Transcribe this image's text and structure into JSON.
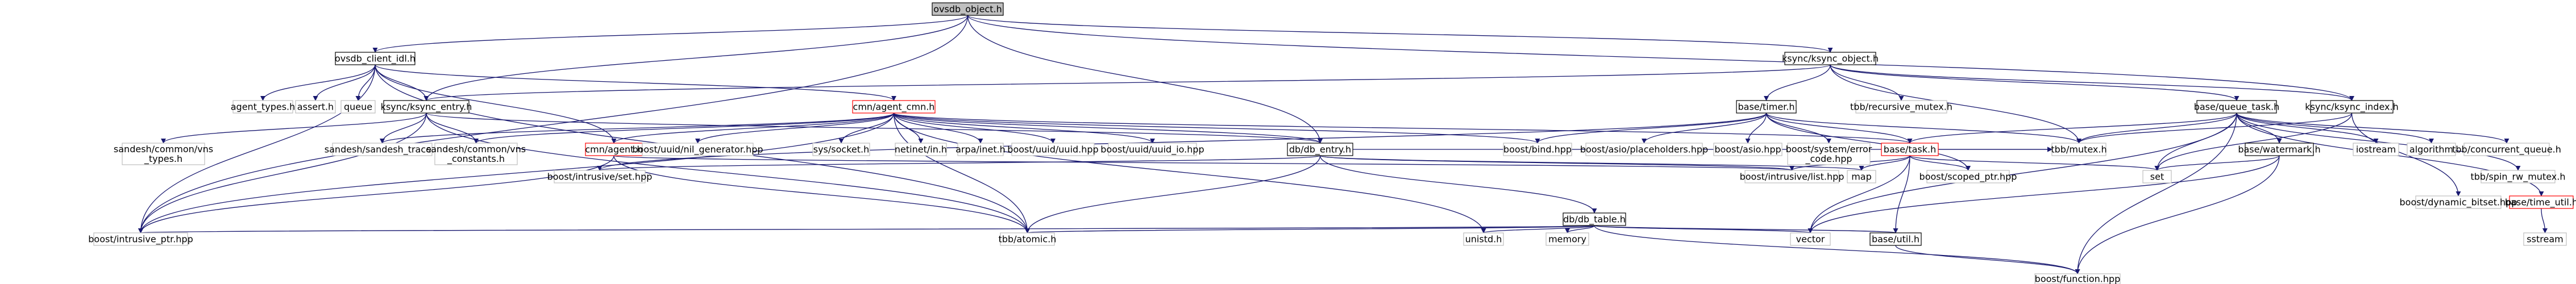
{
  "nodes": {
    "root": "ovsdb_object.h",
    "ovsdb_client_idl": "ovsdb_client_idl.h",
    "kaync_object": "ksync/ksync_object.h",
    "agent_types": "agent_types.h",
    "assert": "assert.h",
    "queue": "queue",
    "ksync_entry": "ksync/ksync_entry.h",
    "cmn_init": "cmn/agent_cmn.h",
    "base_timer": "base/timer.h",
    "tbb_recursive_mutex": "tbb/recursive_mutex.h",
    "base_queue_task": "base/queue_task.h",
    "ksync_index": "ksync/ksync_index.h",
    "sandesh_vns_types": "sandesh/common/vns\n_types.h",
    "sandesh_trace": "sandesh/sandesh_trace.h",
    "vns_constants": "sandesh/common/vns\n_constants.h",
    "cmn_agent": "cmn/agent.h",
    "uuid_gen": "boost/uuid/nil_generator.hpp",
    "sys_socket": "sys/socket.h",
    "netinet_in": "netinet/in.h",
    "arpa_inet": "arpa/inet.h",
    "uuid_hpp": "boost/uuid/uuid.hpp",
    "uuid_io": "boost/uuid/uuid_io.hpp",
    "db_entry": "db/db_entry.h",
    "boost_bind": "boost/bind.hpp",
    "asio_placeholders": "boost/asio/placeholders.hpp",
    "boost_asio": "boost/asio.hpp",
    "system_error": "boost/system/error\n_code.hpp",
    "base_task": "base/task.h",
    "tbb_mutex": "tbb/mutex.h",
    "base_watermark": "base/watermark.h",
    "iostream": "iostream",
    "algorithm": "algorithm",
    "concurrent_queue": "tbb/concurrent_queue.h",
    "spin_rw_mutex": "tbb/spin_rw_mutex.h",
    "base_time_util": "base/time_util.h",
    "dynamic_bitset": "boost/dynamic_bitset.hpp",
    "intrusive_set": "boost/intrusive/set.hpp",
    "intrusive_list": "boost/intrusive/list.hpp",
    "map": "map",
    "scoped_ptr": "boost/scoped_ptr.hpp",
    "set": "set",
    "db_table": "db/db_table.h",
    "intrusive_ptr": "boost/intrusive_ptr.hpp",
    "tbb_atomic": "tbb/atomic.h",
    "unistd": "unistd.h",
    "memory": "memory",
    "vector": "vector",
    "base_util": "base/util.h",
    "sstream": "sstream",
    "boost_function": "boost/function.hpp"
  },
  "colors": {
    "edge": "#191970",
    "node_border_linked": "#000000",
    "node_border_plain": "#bfbfbf",
    "node_border_missing": "#ff0000",
    "root_fill": "#bfbfbf"
  }
}
